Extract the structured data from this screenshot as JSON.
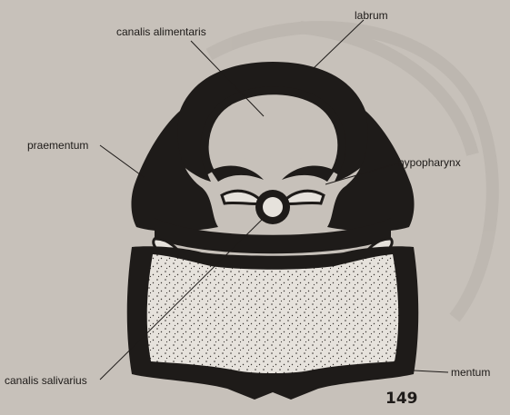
{
  "diagram": {
    "labels": {
      "canalis_alimentaris": "canalis alimentaris",
      "labrum": "labrum",
      "praementum": "praementum",
      "hypopharynx": "hypopharynx",
      "canalis_salivarius": "canalis salivarius",
      "mentum": "mentum"
    },
    "figure_number": "149"
  },
  "colors": {
    "paper": "#c7c1ba",
    "ink": "#1e1b19",
    "light_fill": "#e6e2dc"
  }
}
